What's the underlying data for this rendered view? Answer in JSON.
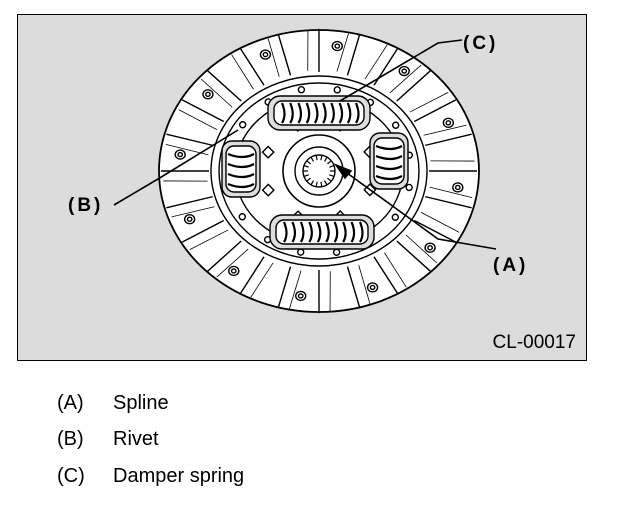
{
  "figure": {
    "code": "CL-00017",
    "callouts": {
      "a": "(A)",
      "b": "(B)",
      "c": "(C)"
    }
  },
  "legend": [
    {
      "key": "(A)",
      "label": "Spline"
    },
    {
      "key": "(B)",
      "label": "Rivet"
    },
    {
      "key": "(C)",
      "label": "Damper spring"
    }
  ]
}
